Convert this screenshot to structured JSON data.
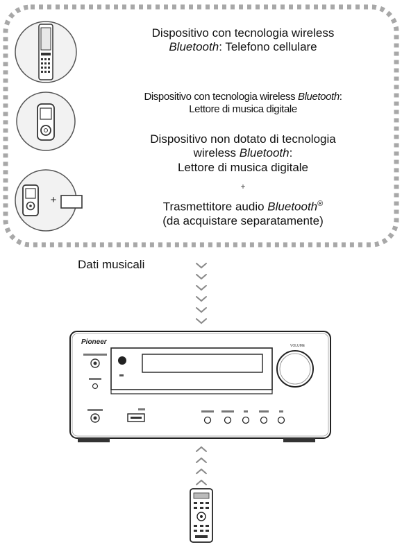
{
  "devices": [
    {
      "id": "phone",
      "line1": "Dispositivo con tecnologia wireless",
      "bt": "Bluetooth",
      "line2": ": Telefono cellulare"
    },
    {
      "id": "player",
      "line1": "Dispositivo con tecnologia wireless ",
      "bt": "Bluetooth",
      "line1_end": ":",
      "line2": "Lettore di musica digitale"
    },
    {
      "id": "player_transmitter",
      "line1": "Dispositivo non dotato di tecnologia",
      "line2a": "wireless ",
      "bt": "Bluetooth",
      "line2b": ":",
      "line3": "Lettore di musica digitale"
    }
  ],
  "plus_sign": "+",
  "transmitter": {
    "line1": "Trasmettitore audio ",
    "bt": "Bluetooth",
    "reg": "®",
    "line2": "(da acquistare separatamente)"
  },
  "data_label": "Dati musicali",
  "unit": {
    "brand": "Pioneer"
  },
  "icon_plus": "+"
}
